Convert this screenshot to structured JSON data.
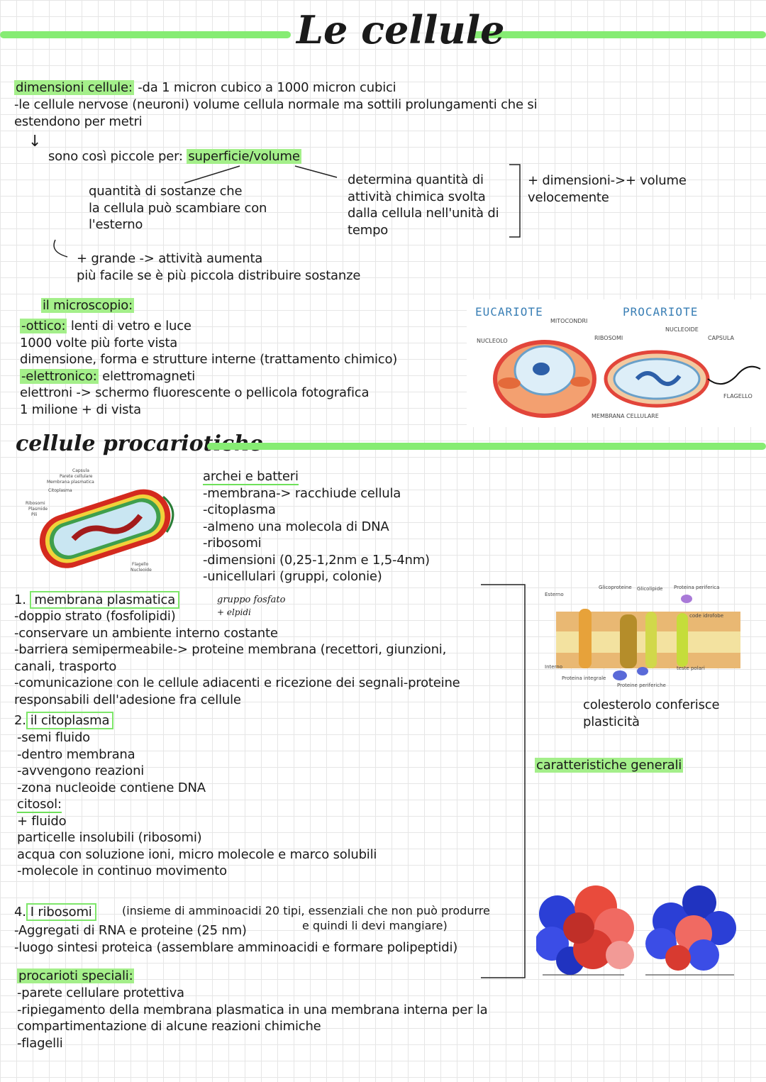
{
  "title": "Le cellule",
  "section1": {
    "l1_label": "dimensioni cellule:",
    "l1_text": " -da 1 micron cubico a 1000 micron cubici",
    "l2": "-le cellule nervose (neuroni) volume cellula normale ma sottili prolungamenti che si",
    "l3": "estendono per metri",
    "small_label": "sono così piccole per: ",
    "small_hl": "superficie/volume",
    "left_branch": [
      "quantità di sostanze che",
      "la cellula può scambiare con",
      "l'esterno"
    ],
    "right_branch": [
      "determina quantità di",
      "attività chimica svolta",
      "dalla cellula nell'unità di",
      "tempo"
    ],
    "bracket_note": [
      "+ dimensioni->+ volume",
      "velocemente"
    ],
    "grande": "+ grande -> attività aumenta",
    "facile": "più facile se è più piccola distribuire sostanze"
  },
  "microscope": {
    "heading": "il microscopio:",
    "lines": [
      {
        "hl": "-ottico:",
        "text": " lenti di vetro e luce"
      },
      {
        "hl": "",
        "text": "1000 volte più forte vista"
      },
      {
        "hl": "",
        "text": "dimensione, forma e strutture interne (trattamento chimico)"
      },
      {
        "hl": "-elettronico:",
        "text": " elettromagneti"
      },
      {
        "hl": "",
        "text": "elettroni -> schermo fluorescente o pellicola fotografica"
      },
      {
        "hl": "",
        "text": "1 milione + di vista"
      }
    ]
  },
  "cell_image": {
    "eucariote": "EUCARIOTE",
    "procariote": "PROCARIOTE",
    "mitocondri": "MITOCONDRI",
    "nucleolo": "NUCLEOLO",
    "ribosomi": "RIBOSOMI",
    "nucleoide": "NUCLEOIDE",
    "capsula": "CAPSULA",
    "flagello": "FLAGELLO",
    "membrana": "MEMBRANA CELLULARE"
  },
  "procarioti": {
    "heading": "cellule procariotiche",
    "intro": [
      "archei e batteri",
      "-membrana-> racchiude cellula",
      "-citoplasma",
      "-almeno una molecola di DNA",
      "-ribosomi",
      "-dimensioni (0,25-1,2nm e 1,5-4nm)",
      "-unicellulari (gruppi, colonie)"
    ],
    "bact_labels": {
      "capsula": "Capsula",
      "parete": "Parete cellulare",
      "membrana": "Membrana plasmatica",
      "citoplasma": "Citoplasma",
      "ribosomi": "Ribosomi",
      "plasmide": "Plasmide",
      "pili": "Pili",
      "flagello": "Flagello",
      "nucleoide": "Nucleoide"
    }
  },
  "membrana": {
    "num": "1.",
    "title": "membrana plasmatica",
    "note": "gruppo fosfato",
    "note2": "+ elpidi",
    "lines": [
      "-doppio strato (fosfolipidi)",
      "-conservare un ambiente interno costante",
      "-barriera semipermeabile-> proteine membrana (recettori, giunzioni,",
      "canali, trasporto",
      "-comunicazione con le cellule adiacenti e ricezione dei segnali-proteine",
      "responsabili dell'adesione fra cellule"
    ],
    "img_labels": {
      "esterno": "Esterno",
      "interno": "Interno",
      "glicoproteine": "Glicoproteine",
      "glicolipide": "Glicolipide",
      "periferica": "Proteina periferica",
      "idrofobe": "code idrofobe",
      "polari": "teste polari",
      "integrale": "Proteina integrale",
      "periferiche": "Proteine periferiche"
    }
  },
  "citoplasma": {
    "num": "2.",
    "title": "il citoplasma",
    "lines": [
      "-semi fluido",
      "-dentro membrana",
      "-avvengono reazioni",
      "-zona nucleoide contiene DNA"
    ],
    "citosol": "citosol:",
    "citosol_lines": [
      "+ fluido",
      "particelle insolubili (ribosomi)",
      "acqua con soluzione ioni, micro molecole e marco solubili",
      "-molecole in continuo movimento"
    ]
  },
  "side": {
    "colesterolo": [
      "colesterolo conferisce",
      "plasticità"
    ],
    "caratteristiche": "caratteristiche generali"
  },
  "ribosomi": {
    "num": "4.",
    "title": "I ribosomi",
    "note1": "(insieme di amminoacidi 20 tipi, essenziali che non può produrre",
    "note2": "e quindi li  devi mangiare)",
    "l1": "-Aggregati di RNA e proteine (25 nm)",
    "l2": "-luogo sintesi proteica (assemblare amminoacidi e formare polipeptidi)"
  },
  "speciali": {
    "heading": "procarioti speciali:",
    "lines": [
      "-parete cellulare protettiva",
      "-ripiegamento della membrana plasmatica in una membrana interna per la",
      "compartimentazione di alcune reazioni chimiche",
      "-flagelli"
    ]
  },
  "colors": {
    "highlight": "#a4ef8a",
    "bar": "#86ec73",
    "red": "#e94b3c",
    "blue": "#2b3fd6"
  }
}
